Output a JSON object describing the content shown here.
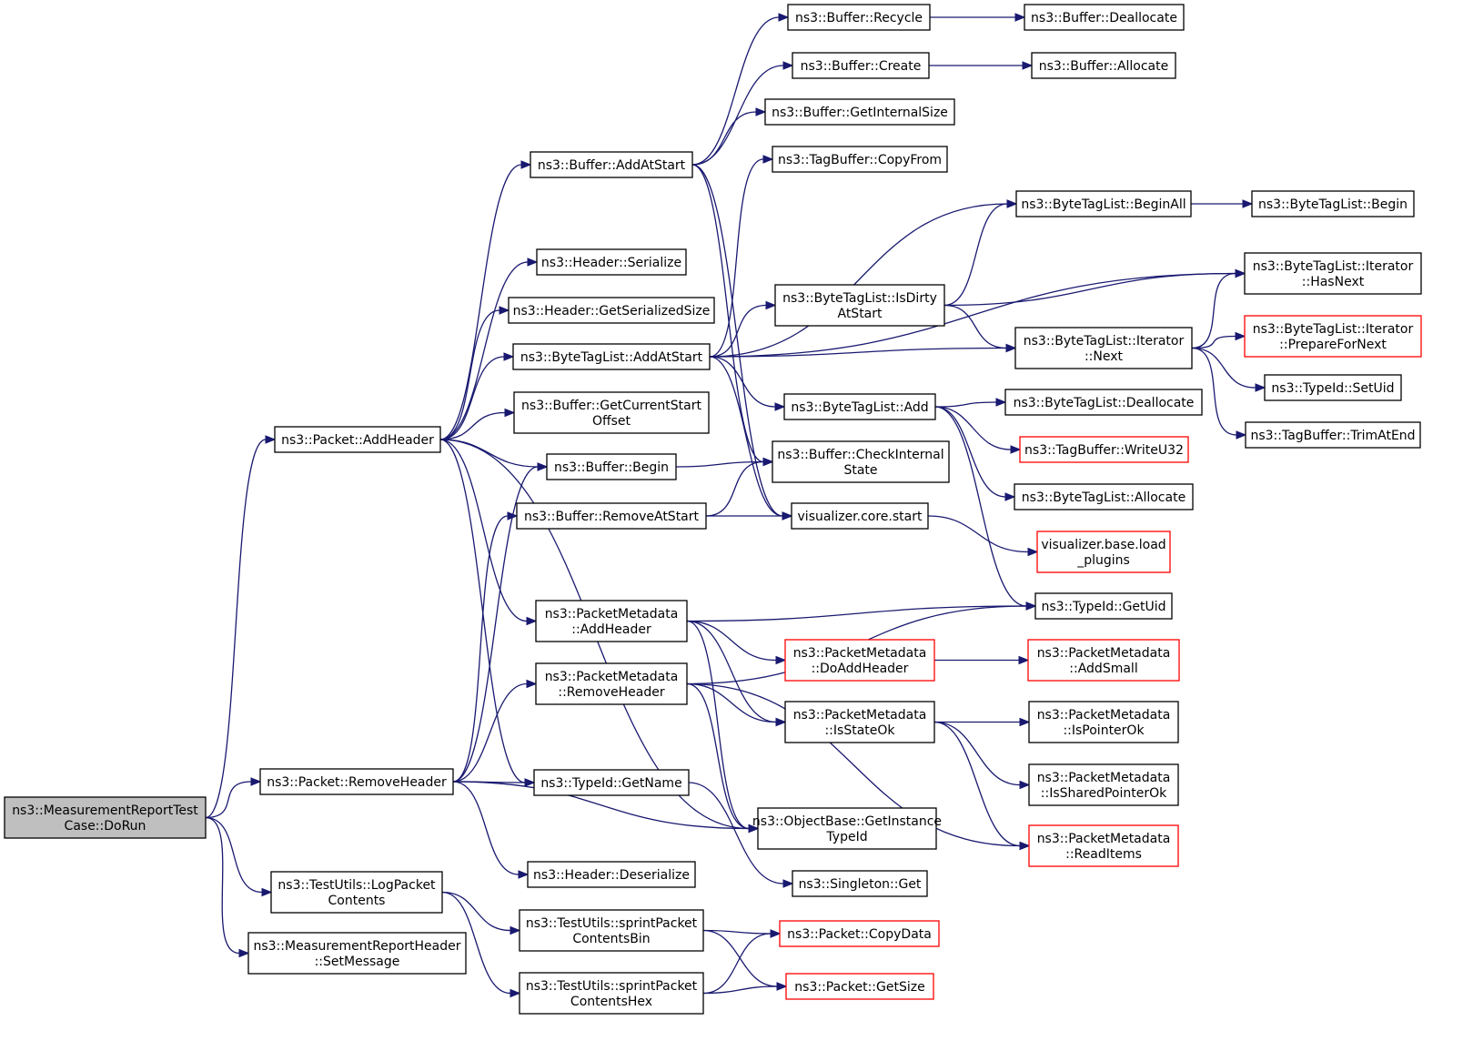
{
  "diagram": {
    "colors": {
      "edge": "#191970",
      "node_border": "#000000",
      "external_border": "#ff0000",
      "root_fill": "#bfbfbf"
    },
    "nodes": [
      {
        "id": "root",
        "lines": [
          "ns3::MeasurementReportTest",
          "Case::DoRun"
        ],
        "style": "root"
      },
      {
        "id": "pkt_addheader",
        "lines": [
          "ns3::Packet::AddHeader"
        ]
      },
      {
        "id": "pkt_removeheader",
        "lines": [
          "ns3::Packet::RemoveHeader"
        ]
      },
      {
        "id": "tu_logpacket",
        "lines": [
          "ns3::TestUtils::LogPacket",
          "Contents"
        ]
      },
      {
        "id": "mrh_setmessage",
        "lines": [
          "ns3::MeasurementReportHeader",
          "::SetMessage"
        ]
      },
      {
        "id": "buf_addatstart",
        "lines": [
          "ns3::Buffer::AddAtStart"
        ]
      },
      {
        "id": "hdr_serialize",
        "lines": [
          "ns3::Header::Serialize"
        ]
      },
      {
        "id": "hdr_getsersize",
        "lines": [
          "ns3::Header::GetSerializedSize"
        ]
      },
      {
        "id": "btl_addatstart",
        "lines": [
          "ns3::ByteTagList::AddAtStart"
        ]
      },
      {
        "id": "buf_getcurstart",
        "lines": [
          "ns3::Buffer::GetCurrentStart",
          "Offset"
        ]
      },
      {
        "id": "buf_begin",
        "lines": [
          "ns3::Buffer::Begin"
        ]
      },
      {
        "id": "buf_removeatstart",
        "lines": [
          "ns3::Buffer::RemoveAtStart"
        ]
      },
      {
        "id": "pm_addheader",
        "lines": [
          "ns3::PacketMetadata",
          "::AddHeader"
        ]
      },
      {
        "id": "pm_removeheader",
        "lines": [
          "ns3::PacketMetadata",
          "::RemoveHeader"
        ]
      },
      {
        "id": "tid_getname",
        "lines": [
          "ns3::TypeId::GetName"
        ]
      },
      {
        "id": "hdr_deserialize",
        "lines": [
          "ns3::Header::Deserialize"
        ]
      },
      {
        "id": "tu_sprintbin",
        "lines": [
          "ns3::TestUtils::sprintPacket",
          "ContentsBin"
        ]
      },
      {
        "id": "tu_sprinthex",
        "lines": [
          "ns3::TestUtils::sprintPacket",
          "ContentsHex"
        ]
      },
      {
        "id": "buf_recycle",
        "lines": [
          "ns3::Buffer::Recycle"
        ]
      },
      {
        "id": "buf_create",
        "lines": [
          "ns3::Buffer::Create"
        ]
      },
      {
        "id": "buf_getintsize",
        "lines": [
          "ns3::Buffer::GetInternalSize"
        ]
      },
      {
        "id": "tb_copyfrom",
        "lines": [
          "ns3::TagBuffer::CopyFrom"
        ]
      },
      {
        "id": "btl_isdirty",
        "lines": [
          "ns3::ByteTagList::IsDirty",
          "AtStart"
        ]
      },
      {
        "id": "btl_add",
        "lines": [
          "ns3::ByteTagList::Add"
        ]
      },
      {
        "id": "buf_checkint",
        "lines": [
          "ns3::Buffer::CheckInternal",
          "State"
        ]
      },
      {
        "id": "vis_start",
        "lines": [
          "visualizer.core.start"
        ]
      },
      {
        "id": "pm_doaddheader",
        "lines": [
          "ns3::PacketMetadata",
          "::DoAddHeader"
        ],
        "style": "red"
      },
      {
        "id": "pm_isstateok",
        "lines": [
          "ns3::PacketMetadata",
          "::IsStateOk"
        ]
      },
      {
        "id": "ob_getinsttid",
        "lines": [
          "ns3::ObjectBase::GetInstance",
          "TypeId"
        ]
      },
      {
        "id": "singleton_get",
        "lines": [
          "ns3::Singleton::Get"
        ]
      },
      {
        "id": "pkt_copydata",
        "lines": [
          "ns3::Packet::CopyData"
        ],
        "style": "red"
      },
      {
        "id": "pkt_getsize",
        "lines": [
          "ns3::Packet::GetSize"
        ],
        "style": "red"
      },
      {
        "id": "buf_dealloc",
        "lines": [
          "ns3::Buffer::Deallocate"
        ]
      },
      {
        "id": "buf_alloc",
        "lines": [
          "ns3::Buffer::Allocate"
        ]
      },
      {
        "id": "btl_beginall",
        "lines": [
          "ns3::ByteTagList::BeginAll"
        ]
      },
      {
        "id": "btl_iter_next",
        "lines": [
          "ns3::ByteTagList::Iterator",
          "::Next"
        ]
      },
      {
        "id": "btl_dealloc",
        "lines": [
          "ns3::ByteTagList::Deallocate"
        ]
      },
      {
        "id": "tb_writeu32",
        "lines": [
          "ns3::TagBuffer::WriteU32"
        ],
        "style": "red"
      },
      {
        "id": "btl_alloc",
        "lines": [
          "ns3::ByteTagList::Allocate"
        ]
      },
      {
        "id": "vis_loadplugins",
        "lines": [
          "visualizer.base.load",
          "_plugins"
        ],
        "style": "red"
      },
      {
        "id": "tid_getuid",
        "lines": [
          "ns3::TypeId::GetUid"
        ]
      },
      {
        "id": "pm_addsmall",
        "lines": [
          "ns3::PacketMetadata",
          "::AddSmall"
        ],
        "style": "red"
      },
      {
        "id": "pm_ispointerok",
        "lines": [
          "ns3::PacketMetadata",
          "::IsPointerOk"
        ]
      },
      {
        "id": "pm_issharedptrok",
        "lines": [
          "ns3::PacketMetadata",
          "::IsSharedPointerOk"
        ]
      },
      {
        "id": "pm_readitems",
        "lines": [
          "ns3::PacketMetadata",
          "::ReadItems"
        ],
        "style": "red"
      },
      {
        "id": "btl_begin",
        "lines": [
          "ns3::ByteTagList::Begin"
        ]
      },
      {
        "id": "btl_iter_hasnext",
        "lines": [
          "ns3::ByteTagList::Iterator",
          "::HasNext"
        ]
      },
      {
        "id": "btl_iter_prepare",
        "lines": [
          "ns3::ByteTagList::Iterator",
          "::PrepareForNext"
        ],
        "style": "red"
      },
      {
        "id": "tid_setuid",
        "lines": [
          "ns3::TypeId::SetUid"
        ]
      },
      {
        "id": "tb_trimatend",
        "lines": [
          "ns3::TagBuffer::TrimAtEnd"
        ]
      }
    ],
    "edges": [
      [
        "root",
        "pkt_addheader"
      ],
      [
        "root",
        "pkt_removeheader"
      ],
      [
        "root",
        "tu_logpacket"
      ],
      [
        "root",
        "mrh_setmessage"
      ],
      [
        "pkt_addheader",
        "buf_addatstart"
      ],
      [
        "pkt_addheader",
        "hdr_serialize"
      ],
      [
        "pkt_addheader",
        "hdr_getsersize"
      ],
      [
        "pkt_addheader",
        "btl_addatstart"
      ],
      [
        "pkt_addheader",
        "buf_getcurstart"
      ],
      [
        "pkt_addheader",
        "buf_begin"
      ],
      [
        "pkt_addheader",
        "pm_addheader"
      ],
      [
        "pkt_addheader",
        "tid_getname"
      ],
      [
        "pkt_addheader",
        "ob_getinsttid"
      ],
      [
        "pkt_removeheader",
        "buf_begin"
      ],
      [
        "pkt_removeheader",
        "buf_removeatstart"
      ],
      [
        "pkt_removeheader",
        "pm_removeheader"
      ],
      [
        "pkt_removeheader",
        "tid_getname"
      ],
      [
        "pkt_removeheader",
        "ob_getinsttid"
      ],
      [
        "pkt_removeheader",
        "hdr_deserialize"
      ],
      [
        "tu_logpacket",
        "tu_sprintbin"
      ],
      [
        "tu_logpacket",
        "tu_sprinthex"
      ],
      [
        "buf_addatstart",
        "buf_recycle"
      ],
      [
        "buf_addatstart",
        "buf_create"
      ],
      [
        "buf_addatstart",
        "buf_getintsize"
      ],
      [
        "buf_addatstart",
        "buf_checkint"
      ],
      [
        "buf_addatstart",
        "vis_start"
      ],
      [
        "btl_addatstart",
        "tb_copyfrom"
      ],
      [
        "btl_addatstart",
        "btl_beginall"
      ],
      [
        "btl_addatstart",
        "btl_iter_hasnext"
      ],
      [
        "btl_addatstart",
        "btl_isdirty"
      ],
      [
        "btl_addatstart",
        "btl_iter_next"
      ],
      [
        "btl_addatstart",
        "btl_add"
      ],
      [
        "btl_addatstart",
        "vis_start"
      ],
      [
        "buf_begin",
        "buf_checkint"
      ],
      [
        "buf_removeatstart",
        "buf_checkint"
      ],
      [
        "buf_removeatstart",
        "vis_start"
      ],
      [
        "pm_addheader",
        "tid_getuid"
      ],
      [
        "pm_addheader",
        "pm_doaddheader"
      ],
      [
        "pm_addheader",
        "pm_isstateok"
      ],
      [
        "pm_addheader",
        "ob_getinsttid"
      ],
      [
        "pm_removeheader",
        "tid_getuid"
      ],
      [
        "pm_removeheader",
        "pm_isstateok"
      ],
      [
        "pm_removeheader",
        "ob_getinsttid"
      ],
      [
        "pm_removeheader",
        "pm_readitems"
      ],
      [
        "tid_getname",
        "singleton_get"
      ],
      [
        "tu_sprintbin",
        "pkt_copydata"
      ],
      [
        "tu_sprintbin",
        "pkt_getsize"
      ],
      [
        "tu_sprinthex",
        "pkt_copydata"
      ],
      [
        "tu_sprinthex",
        "pkt_getsize"
      ],
      [
        "buf_recycle",
        "buf_dealloc"
      ],
      [
        "buf_create",
        "buf_alloc"
      ],
      [
        "btl_isdirty",
        "btl_beginall"
      ],
      [
        "btl_isdirty",
        "btl_iter_hasnext"
      ],
      [
        "btl_isdirty",
        "btl_iter_next"
      ],
      [
        "btl_add",
        "btl_dealloc"
      ],
      [
        "btl_add",
        "tb_writeu32"
      ],
      [
        "btl_add",
        "btl_alloc"
      ],
      [
        "btl_add",
        "tid_getuid"
      ],
      [
        "vis_start",
        "vis_loadplugins"
      ],
      [
        "pm_doaddheader",
        "pm_addsmall"
      ],
      [
        "pm_isstateok",
        "pm_ispointerok"
      ],
      [
        "pm_isstateok",
        "pm_issharedptrok"
      ],
      [
        "pm_isstateok",
        "pm_readitems"
      ],
      [
        "btl_beginall",
        "btl_begin"
      ],
      [
        "btl_iter_next",
        "btl_iter_hasnext"
      ],
      [
        "btl_iter_next",
        "btl_iter_prepare"
      ],
      [
        "btl_iter_next",
        "tid_setuid"
      ],
      [
        "btl_iter_next",
        "tb_trimatend"
      ]
    ]
  }
}
